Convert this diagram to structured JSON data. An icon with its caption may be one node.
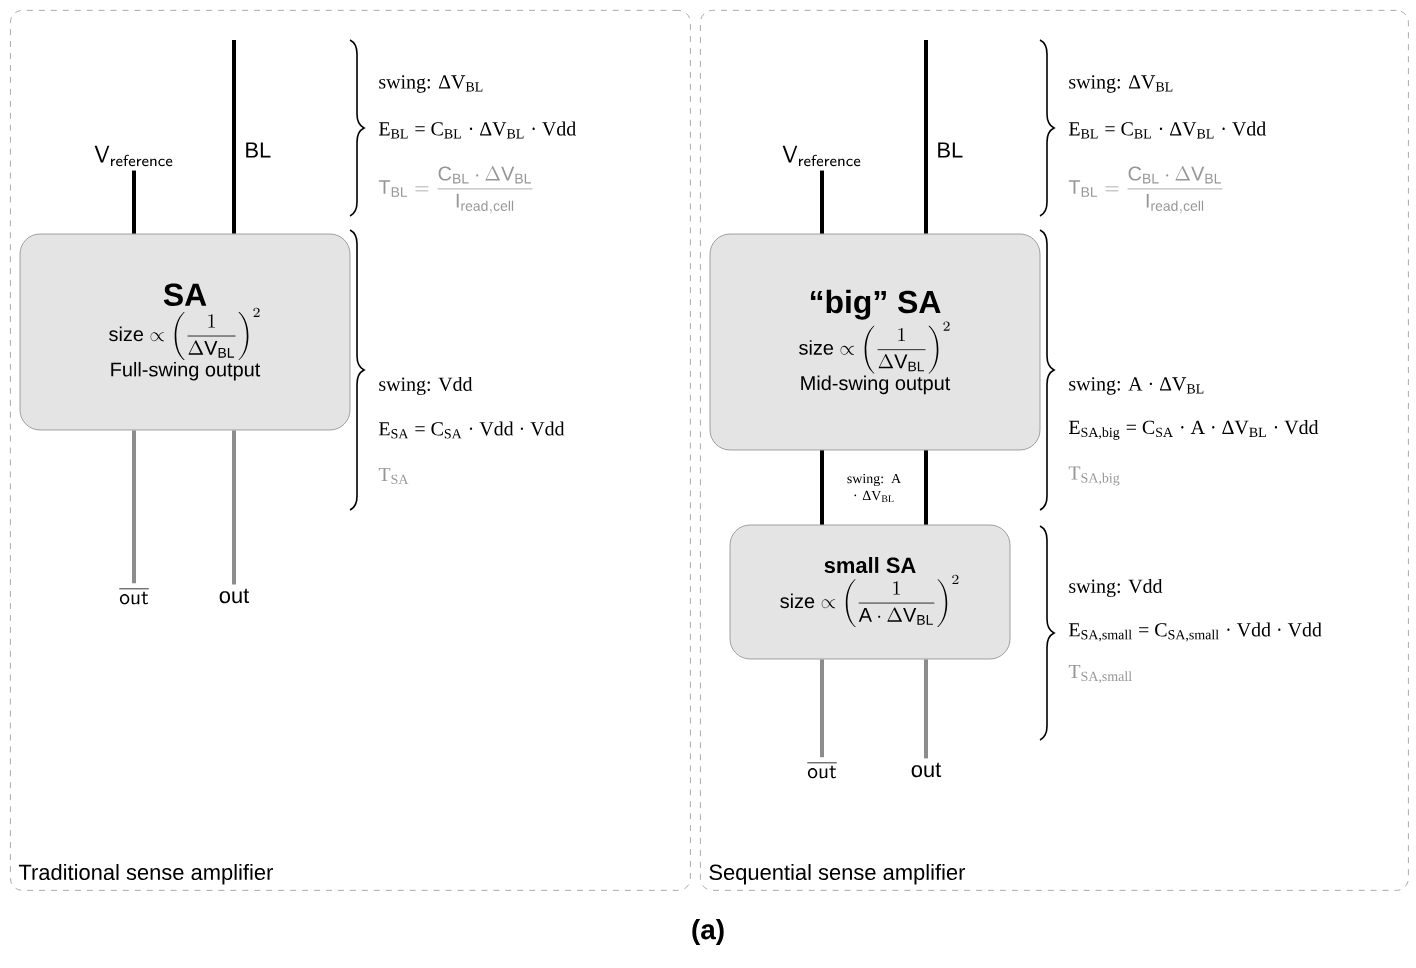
{
  "diagram": {
    "caption": "(a)",
    "nodes": [
      {
        "text": [
          "Traditional sense amplifier"
        ]
      },
      {
        "text": [
          "SA",
          "\\mathrm{size}\\propto\\left(\\frac{1}{\\Delta \\mathrm{V}_{\\mathrm{BL}}}\\right)^{2}",
          "Full-swing output"
        ],
        "in": 0
      },
      {
        "text": [
          "\\mathsf{V}_{\\mathsf{reference}}"
        ],
        "in": 0
      },
      {
        "text": [
          "\\overline{\\mathsf{out}}"
        ],
        "in": 0
      },
      {
        "text": [
          "out"
        ],
        "in": 0
      },
      {
        "text": [
          "Sequential sense amplifier"
        ]
      },
      {
        "text": [
          "“big” SA",
          "\\mathrm{size}\\propto\\left(\\frac{1}{\\Delta \\mathrm{V}_{\\mathrm{BL}}}\\right)^{2}",
          "Mid-swing output"
        ],
        "in": 5
      },
      {
        "text": [
          "small SA",
          "\\mathrm{size}\\propto\\left(\\frac{1}{\\mathrm{A}\\cdot\\Delta \\mathrm{V}_{\\mathrm{BL}}}\\right)^{2}"
        ],
        "in": 5
      },
      {
        "text": [
          "\\mathsf{V}_{\\mathsf{reference}}"
        ],
        "in": 5
      },
      {
        "text": [
          "\\overline{\\mathsf{out}}"
        ],
        "in": 5
      },
      {
        "text": [
          "out"
        ],
        "in": 5
      }
    ],
    "edges": [
      {
        "from": 2,
        "to": 1,
        "arrow": "none"
      },
      {
        "from": null,
        "to": 1,
        "arrow": "none",
        "label": "BL"
      },
      {
        "from": 1,
        "to": 3,
        "arrow": "none",
        "color": "#8c8c8c"
      },
      {
        "from": 1,
        "to": 4,
        "arrow": "none",
        "color": "#8c8c8c"
      },
      {
        "from": 8,
        "to": 6,
        "arrow": "none"
      },
      {
        "from": null,
        "to": 6,
        "arrow": "none",
        "label": "BL"
      },
      {
        "from": 6,
        "to": 7,
        "arrow": "none"
      },
      {
        "from": 6,
        "to": 7,
        "arrow": "none"
      },
      {
        "from": 7,
        "to": 9,
        "arrow": "none",
        "color": "#8c8c8c"
      },
      {
        "from": 7,
        "to": 10,
        "arrow": "none",
        "color": "#8c8c8c"
      }
    ],
    "labels": [
      "swing: ΔV$_{BL}$",
      "E$_{BL}$ = C$_{BL}$ · ΔV$_{BL}$ · Vdd",
      "\\mathrm{T}_{\\mathrm{BL}}=\\frac{\\mathrm{C}_{\\mathrm{BL}}\\cdot\\Delta \\mathrm{V}_{\\mathrm{BL}}}{\\mathrm{I}_{\\mathrm{read,cell}}}",
      "swing: Vdd",
      "E$_{SA}$ = C$_{SA}$ · Vdd · Vdd",
      "T$_{SA}$",
      "swing: ΔV$_{BL}$",
      "E$_{BL}$ = C$_{BL}$ · ΔV$_{BL}$ · Vdd",
      "\\mathrm{T}_{\\mathrm{BL}}=\\frac{\\mathrm{C}_{\\mathrm{BL}}\\cdot\\Delta \\mathrm{V}_{\\mathrm{BL}}}{\\mathrm{I}_{\\mathrm{read,cell}}}",
      "swing: A · ΔV$_{BL}$",
      "E$_{SA,big}$ = C$_{SA}$ · A · ΔV$_{BL}$ · Vdd",
      "T$_{SA,big}$",
      "swing: A · ΔV$_{BL}$",
      "swing: Vdd",
      "E$_{SA,small}$ = C$_{SA,small}$ · Vdd · Vdd",
      "T$_{SA,small}$"
    ]
  }
}
